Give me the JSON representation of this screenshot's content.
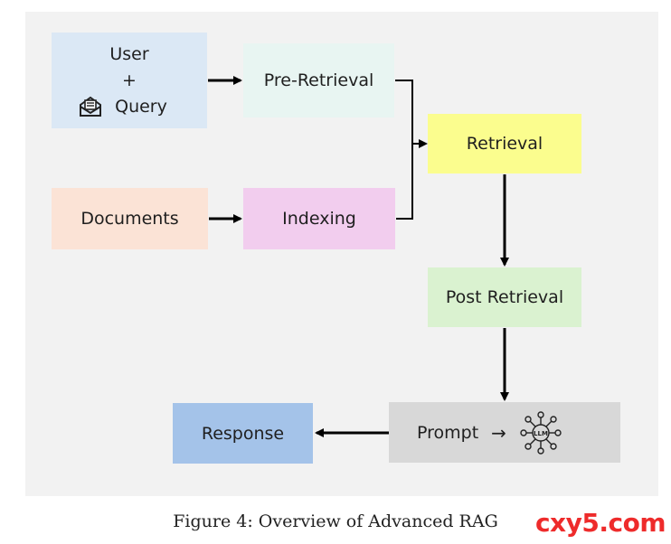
{
  "diagram": {
    "nodes": {
      "user": {
        "line1": "User",
        "line2": "+",
        "line3": "Query",
        "icon": "mail-document-icon",
        "color": "#dbe8f5"
      },
      "pre_retrieval": {
        "label": "Pre-Retrieval",
        "color": "#e8f5f2"
      },
      "retrieval": {
        "label": "Retrieval",
        "color": "#fbfd8e"
      },
      "documents": {
        "label": "Documents",
        "color": "#fbe3d6"
      },
      "indexing": {
        "label": "Indexing",
        "color": "#f2cdee"
      },
      "post_retrieval": {
        "label": "Post Retrieval",
        "color": "#daf2d0"
      },
      "prompt": {
        "label": "Prompt",
        "arrow": "→",
        "icon": "llm-network-icon",
        "icon_text": "LLM",
        "color": "#d8d8d8"
      },
      "response": {
        "label": "Response",
        "color": "#a4c3e9"
      }
    },
    "edges": [
      {
        "from": "user",
        "to": "pre_retrieval"
      },
      {
        "from": "pre_retrieval",
        "to": "retrieval"
      },
      {
        "from": "documents",
        "to": "indexing"
      },
      {
        "from": "indexing",
        "to": "retrieval"
      },
      {
        "from": "retrieval",
        "to": "post_retrieval"
      },
      {
        "from": "post_retrieval",
        "to": "prompt"
      },
      {
        "from": "prompt",
        "to": "response"
      }
    ]
  },
  "caption": "Figure 4: Overview of Advanced RAG",
  "watermark": "cxy5.com"
}
